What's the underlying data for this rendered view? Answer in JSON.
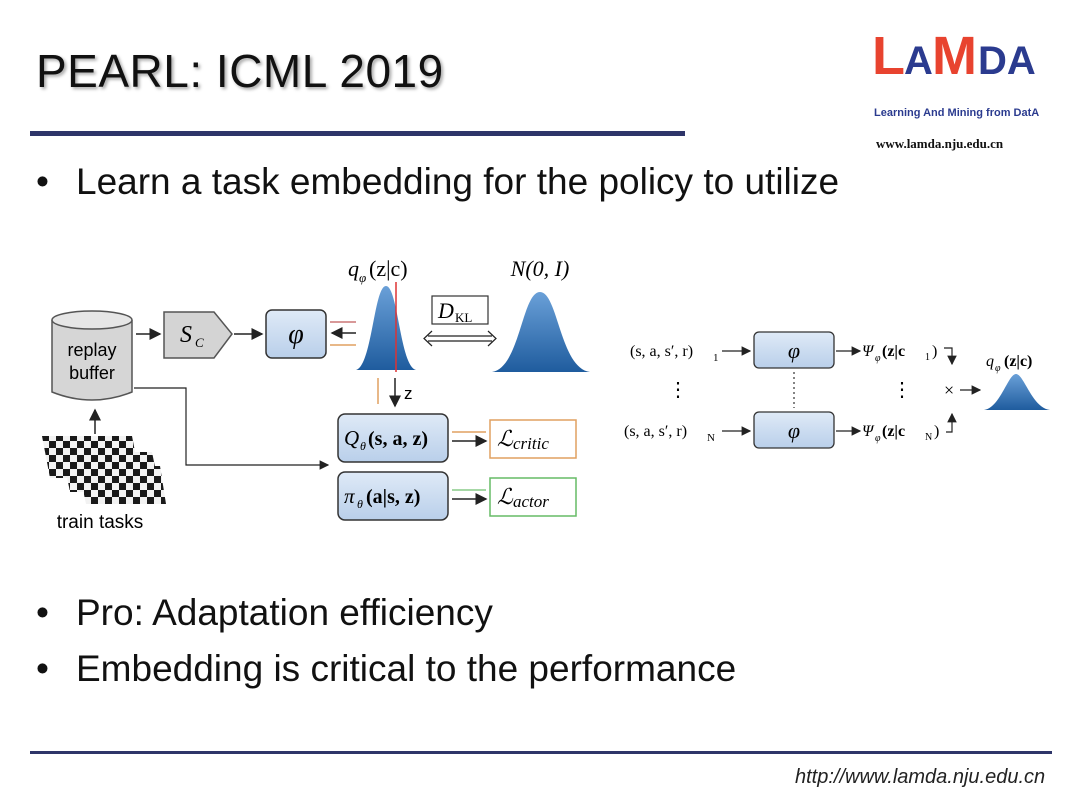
{
  "slide": {
    "title": "PEARL: ICML 2019",
    "bullet_top": "Learn a task embedding for the policy to utilize",
    "bullets_bottom": [
      "Pro: Adaptation efficiency",
      "Embedding is critical to the performance"
    ],
    "footer_url": "http://www.lamda.nju.edu.cn"
  },
  "logo": {
    "word": "LAMDA",
    "subtitle": "Learning And Mining from DatA",
    "url": "www.lamda.nju.edu.cn",
    "colors": {
      "red": "#e8432f",
      "blue": "#2b3b8f"
    }
  },
  "diagram_left": {
    "replay_buffer": [
      "replay",
      "buffer"
    ],
    "train_tasks": "train tasks",
    "sc_label": "S",
    "sc_sub": "C",
    "phi": "φ",
    "posterior_label": "q",
    "posterior_sub": "φ",
    "posterior_arg": "(z|c)",
    "prior_label": "N(0, I)",
    "dkl": "D",
    "dkl_sub": "KL",
    "z_label": "z",
    "q_box": "Q",
    "q_sub": "θ",
    "q_arg": "(s, a, z)",
    "pi_box": "π",
    "pi_sub": "θ",
    "pi_arg": "(a|s, z)",
    "loss_critic": "ℒ",
    "loss_critic_sub": "critic",
    "loss_actor": "ℒ",
    "loss_actor_sub": "actor"
  },
  "diagram_right": {
    "input_1": "(s, a, s′, r)",
    "input_1_sub": "1",
    "input_n": "(s, a, s′, r)",
    "input_n_sub": "N",
    "phi": "φ",
    "psi": "Ψ",
    "psi_sub": "φ",
    "psi_1_arg": "(z|c",
    "psi_1_sub": "1",
    "psi_n_arg": "(z|c",
    "psi_n_sub": "N",
    "close": ")",
    "times": "×",
    "ellipsis": "⋮",
    "out_label": "q",
    "out_sub": "φ",
    "out_arg": "(z|c)"
  }
}
